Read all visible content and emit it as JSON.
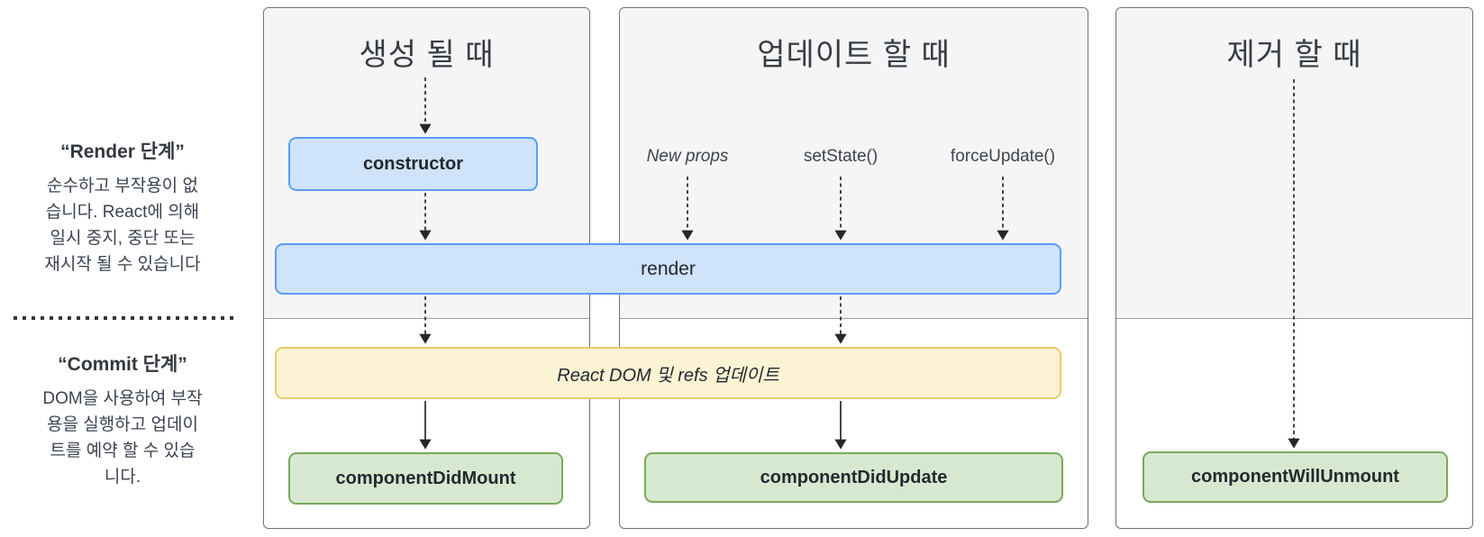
{
  "sidebar": {
    "render_phase": {
      "title": "“Render 단계”",
      "description": "순수하고 부작용이 없\n습니다. React에 의해\n일시 중지, 중단 또는\n재시작 될 수 있습니다"
    },
    "commit_phase": {
      "title": "“Commit 단계”",
      "description": "DOM을 사용하여 부작\n용을 실행하고 업데이\n트를 예약 할 수 있습\n니다."
    }
  },
  "columns": {
    "mounting": {
      "title": "생성 될 때"
    },
    "updating": {
      "title": "업데이트 할 때",
      "triggers": [
        "New props",
        "setState()",
        "forceUpdate()"
      ]
    },
    "unmounting": {
      "title": "제거 할 때"
    }
  },
  "boxes": {
    "constructor": "constructor",
    "render": "render",
    "react_dom_update": "React DOM 및 refs 업데이트",
    "component_did_mount": "componentDidMount",
    "component_did_update": "componentDidUpdate",
    "component_will_unmount": "componentWillUnmount"
  },
  "colors": {
    "blue_fill": "#cfe3fb",
    "blue_border": "#5b9cf8",
    "yellow_fill": "#fcf3d5",
    "yellow_border": "#edc96b",
    "green_fill": "#d7e8d0",
    "green_border": "#78aa5c",
    "panel_gray": "#f5f5f6",
    "line_dark": "#23272c"
  }
}
